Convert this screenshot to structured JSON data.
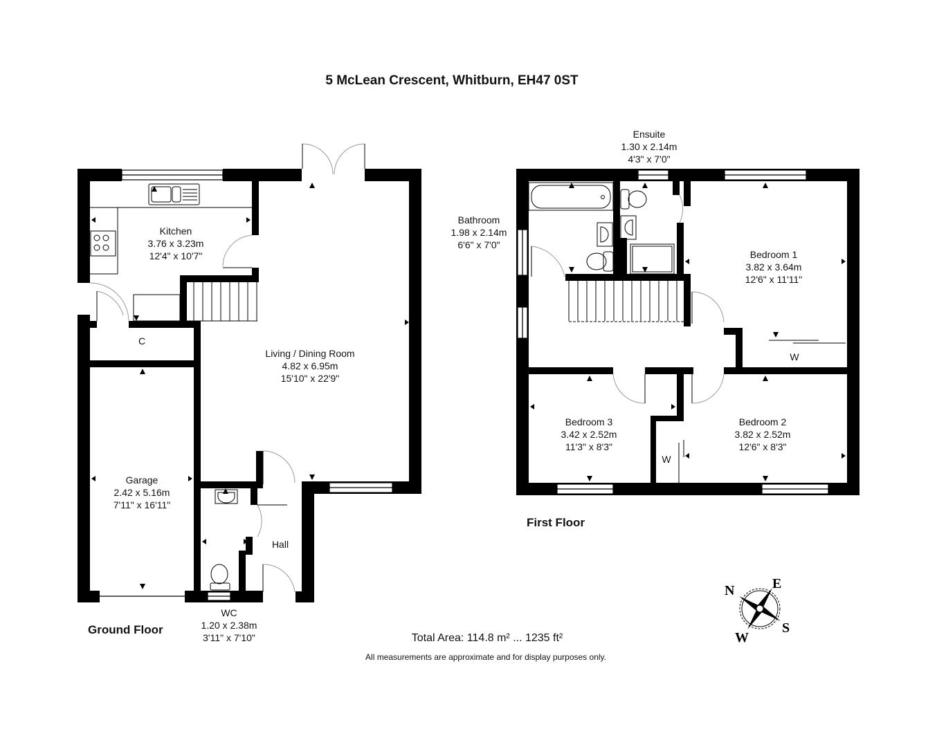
{
  "title": "5 McLean Crescent, Whitburn, EH47 0ST",
  "floors": {
    "ground": {
      "label": "Ground Floor",
      "rooms": [
        {
          "name": "Kitchen",
          "metric": "3.76 x 3.23m",
          "imperial": "12'4\" x 10'7\""
        },
        {
          "name": "Living / Dining Room",
          "metric": "4.82 x 6.95m",
          "imperial": "15'10\" x 22'9\""
        },
        {
          "name": "C"
        },
        {
          "name": "Garage",
          "metric": "2.42 x 5.16m",
          "imperial": "7'11\" x 16'11\""
        },
        {
          "name": "Hall"
        },
        {
          "name": "WC",
          "metric": "1.20 x 2.38m",
          "imperial": "3'11\" x 7'10\""
        }
      ]
    },
    "first": {
      "label": "First Floor",
      "rooms": [
        {
          "name": "Ensuite",
          "metric": "1.30 x 2.14m",
          "imperial": "4'3\" x 7'0\""
        },
        {
          "name": "Bathroom",
          "metric": "1.98 x 2.14m",
          "imperial": "6'6\" x 7'0\""
        },
        {
          "name": "Bedroom 1",
          "metric": "3.82 x 3.64m",
          "imperial": "12'6\" x 11'11\""
        },
        {
          "name": "Bedroom 3",
          "metric": "3.42 x 2.52m",
          "imperial": "11'3\" x 8'3\""
        },
        {
          "name": "Bedroom 2",
          "metric": "3.82 x 2.52m",
          "imperial": "12'6\" x 8'3\""
        },
        {
          "name": "W"
        },
        {
          "name": "W"
        }
      ]
    }
  },
  "compass": {
    "n": "N",
    "e": "E",
    "s": "S",
    "w": "W"
  },
  "total_area": "Total Area: 114.8 m² ... 1235 ft²",
  "disclaimer": "All measurements are approximate and for display purposes only.",
  "colors": {
    "wall": "#000000",
    "background": "#ffffff",
    "door_arc": "#9a9a9a"
  }
}
